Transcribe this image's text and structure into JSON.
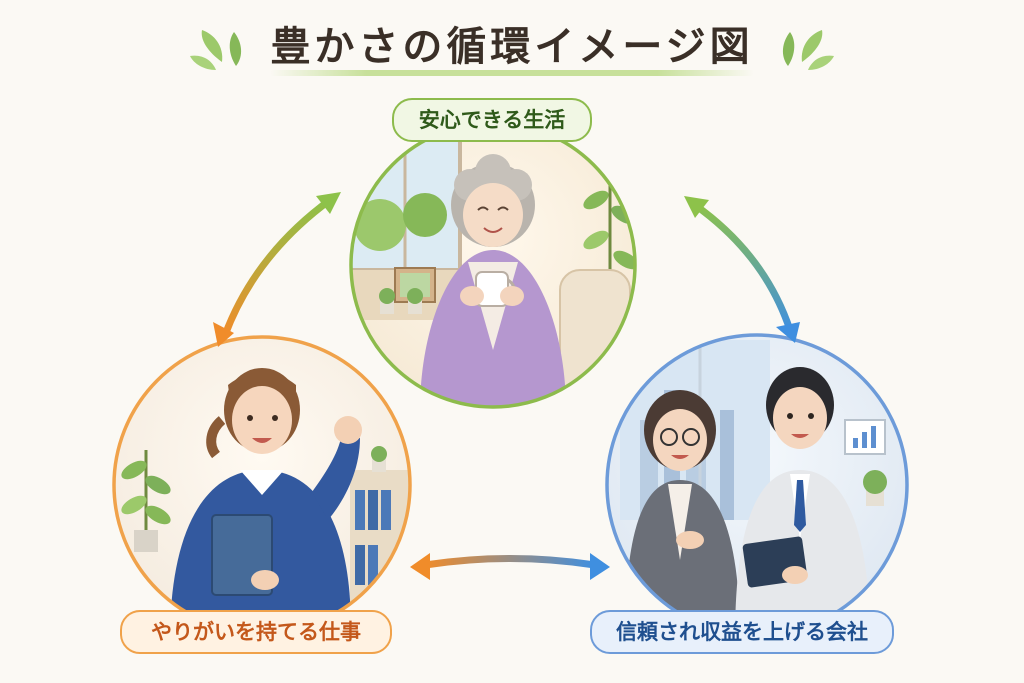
{
  "title": "豊かさの循環イメージ図",
  "nodes": {
    "top": {
      "label": "安心できる生活"
    },
    "left": {
      "label": "やりがいを持てる仕事"
    },
    "right": {
      "label": "信頼され収益を上げる会社"
    }
  },
  "colors": {
    "green": "#8dbb4c",
    "orange": "#f0a24a",
    "blue": "#6d9bd9",
    "title_text": "#3a2f27"
  },
  "icons": [
    "leaf-icon",
    "bidirectional-arrow-icon"
  ]
}
